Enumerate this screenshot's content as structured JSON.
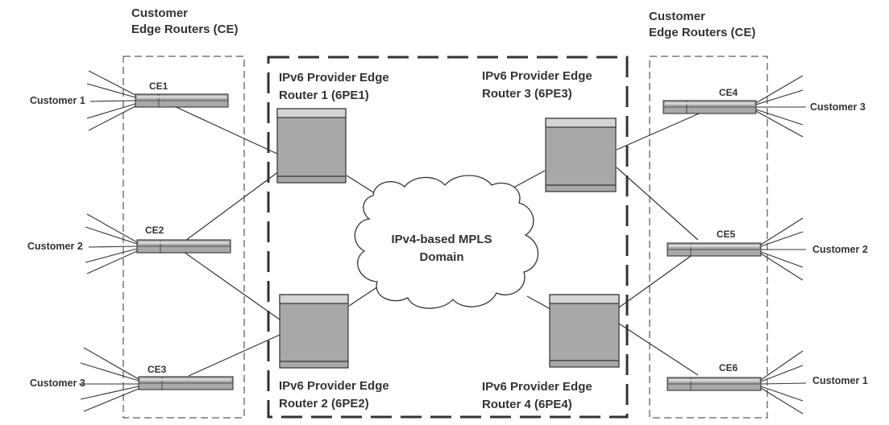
{
  "headings": {
    "left": [
      "Customer",
      "Edge Routers (CE)"
    ],
    "right": [
      "Customer",
      "Edge Routers (CE)"
    ]
  },
  "pe_routers": [
    {
      "id": "6PE1",
      "lines": [
        "IPv6 Provider Edge",
        "Router 1 (6PE1)"
      ]
    },
    {
      "id": "6PE2",
      "lines": [
        "IPv6 Provider Edge",
        "Router 2 (6PE2)"
      ]
    },
    {
      "id": "6PE3",
      "lines": [
        "IPv6 Provider Edge",
        "Router 3 (6PE3)"
      ]
    },
    {
      "id": "6PE4",
      "lines": [
        "IPv6 Provider Edge",
        "Router 4 (6PE4)"
      ]
    }
  ],
  "ce_routers": [
    {
      "id": "CE1",
      "label": "CE1",
      "customer": "Customer 1"
    },
    {
      "id": "CE2",
      "label": "CE2",
      "customer": "Customer 2"
    },
    {
      "id": "CE3",
      "label": "CE3",
      "customer": "Customer 3"
    },
    {
      "id": "CE4",
      "label": "CE4",
      "customer": "Customer 3"
    },
    {
      "id": "CE5",
      "label": "CE5",
      "customer": "Customer 2"
    },
    {
      "id": "CE6",
      "label": "CE6",
      "customer": "Customer 1"
    }
  ],
  "cloud": {
    "lines": [
      "IPv4-based MPLS",
      "Domain"
    ]
  },
  "links": [
    [
      "CE1",
      "6PE1"
    ],
    [
      "CE2",
      "6PE1"
    ],
    [
      "CE2",
      "6PE2"
    ],
    [
      "CE3",
      "6PE2"
    ],
    [
      "CE4",
      "6PE3"
    ],
    [
      "CE5",
      "6PE3"
    ],
    [
      "CE5",
      "6PE4"
    ],
    [
      "CE6",
      "6PE4"
    ],
    [
      "6PE1",
      "cloud"
    ],
    [
      "6PE2",
      "cloud"
    ],
    [
      "6PE3",
      "cloud"
    ],
    [
      "6PE4",
      "cloud"
    ]
  ],
  "colors": {
    "line": "#333333",
    "router_fill": "#a8a8a8",
    "router_band": "#d4d4d4",
    "cloud_fill": "#ffffff",
    "text": "#333333"
  }
}
